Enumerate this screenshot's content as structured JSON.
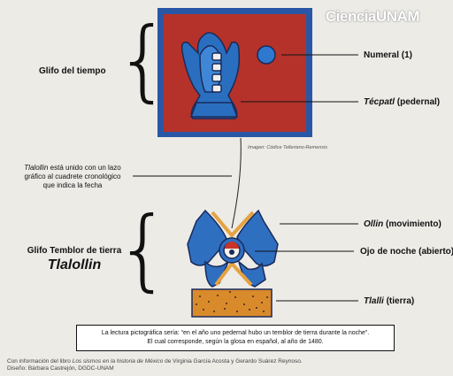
{
  "logo": {
    "ciencia": "Ciencia",
    "unam": "UNAM"
  },
  "image_credit": "Imagen: Códice Telleriano-Remensis",
  "left_labels": {
    "glifo_tiempo": "Glifo del tiempo",
    "tlalollin_note": {
      "italic_word": "Tlalollin",
      "line1_rest": " está unido con un lazo",
      "line2": "gráfico al cuadrete cronológico",
      "line3": "que indica la fecha"
    },
    "glifo_temblor_line1": "Glifo Temblor de tierra",
    "glifo_temblor_line2": "Tlalollin"
  },
  "right_labels": {
    "numeral": "Numeral (1)",
    "tecpatl": {
      "italic": "Técpatl",
      "rest": " (pedernal)"
    },
    "ollin": {
      "italic": "Ollin",
      "rest": " (movimiento)"
    },
    "ojo": "Ojo de noche (abierto)",
    "tlalli": {
      "italic": "Tlalli",
      "rest": " (tierra)"
    }
  },
  "summary": {
    "line1": "La lectura pictográfica sería: “en el año uno pedernal hubo un temblor de tierra durante la noche”.",
    "line2": "El cual corresponde, según la glosa en español, al año de 1480."
  },
  "footer": {
    "line1_pre": "Con información del libro ",
    "line1_italic": "Los sismos en la historia de México",
    "line1_post": " de Virginia García Acosta y Gerardo Suárez Reynoso.",
    "line2": "Diseño: Bárbara Castrejón, DGDC-UNAM"
  },
  "colors": {
    "time_glyph_red": "#b5322a",
    "time_glyph_frame": "#2a56a6",
    "ollin_blue": "#2f6fc0",
    "tlalli_orange": "#d98a2b",
    "eye_red": "#c8342b"
  },
  "icons": [
    "tecpatl-flint-icon",
    "numeral-dot-icon",
    "ollin-movement-icon",
    "night-eye-icon",
    "tlalli-earth-icon"
  ]
}
